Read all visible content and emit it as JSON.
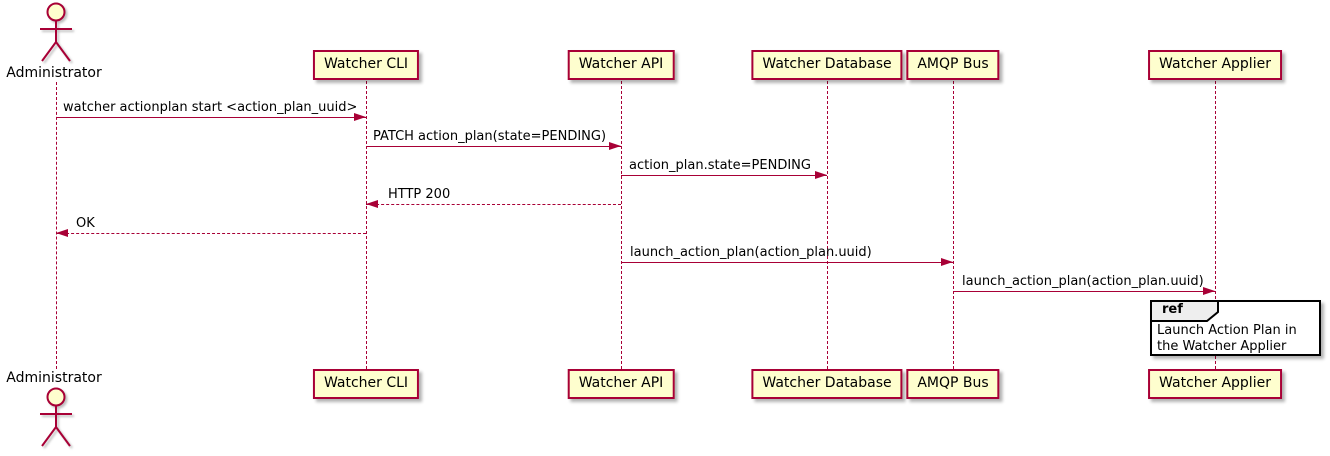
{
  "diagram": {
    "type": "sequence",
    "actor": {
      "name": "Administrator"
    },
    "participants": [
      {
        "name": "Watcher CLI"
      },
      {
        "name": "Watcher API"
      },
      {
        "name": "Watcher Database"
      },
      {
        "name": "AMQP Bus"
      },
      {
        "name": "Watcher Applier"
      }
    ],
    "messages": [
      {
        "from": "Administrator",
        "to": "Watcher CLI",
        "label": "watcher actionplan start <action_plan_uuid>",
        "style": "solid",
        "direction": "right"
      },
      {
        "from": "Watcher CLI",
        "to": "Watcher API",
        "label": "PATCH action_plan(state=PENDING)",
        "style": "solid",
        "direction": "right"
      },
      {
        "from": "Watcher API",
        "to": "Watcher Database",
        "label": "action_plan.state=PENDING",
        "style": "solid",
        "direction": "right"
      },
      {
        "from": "Watcher API",
        "to": "Watcher CLI",
        "label": "HTTP 200",
        "style": "dashed",
        "direction": "left"
      },
      {
        "from": "Watcher CLI",
        "to": "Administrator",
        "label": "OK",
        "style": "dashed",
        "direction": "left"
      },
      {
        "from": "Watcher API",
        "to": "AMQP Bus",
        "label": "launch_action_plan(action_plan.uuid)",
        "style": "solid",
        "direction": "right"
      },
      {
        "from": "AMQP Bus",
        "to": "Watcher Applier",
        "label": "launch_action_plan(action_plan.uuid)",
        "style": "solid",
        "direction": "right"
      }
    ],
    "ref": {
      "keyword": "ref",
      "text": "Launch Action Plan in the Watcher Applier"
    },
    "colors": {
      "participant_fill": "#FEFECE",
      "participant_border": "#A80036",
      "arrow": "#A80036",
      "lifeline": "#A80036",
      "ref_border": "#000000",
      "ref_tab_fill": "#EEEEEE",
      "text": "#000000",
      "background": "#FFFFFF"
    }
  }
}
